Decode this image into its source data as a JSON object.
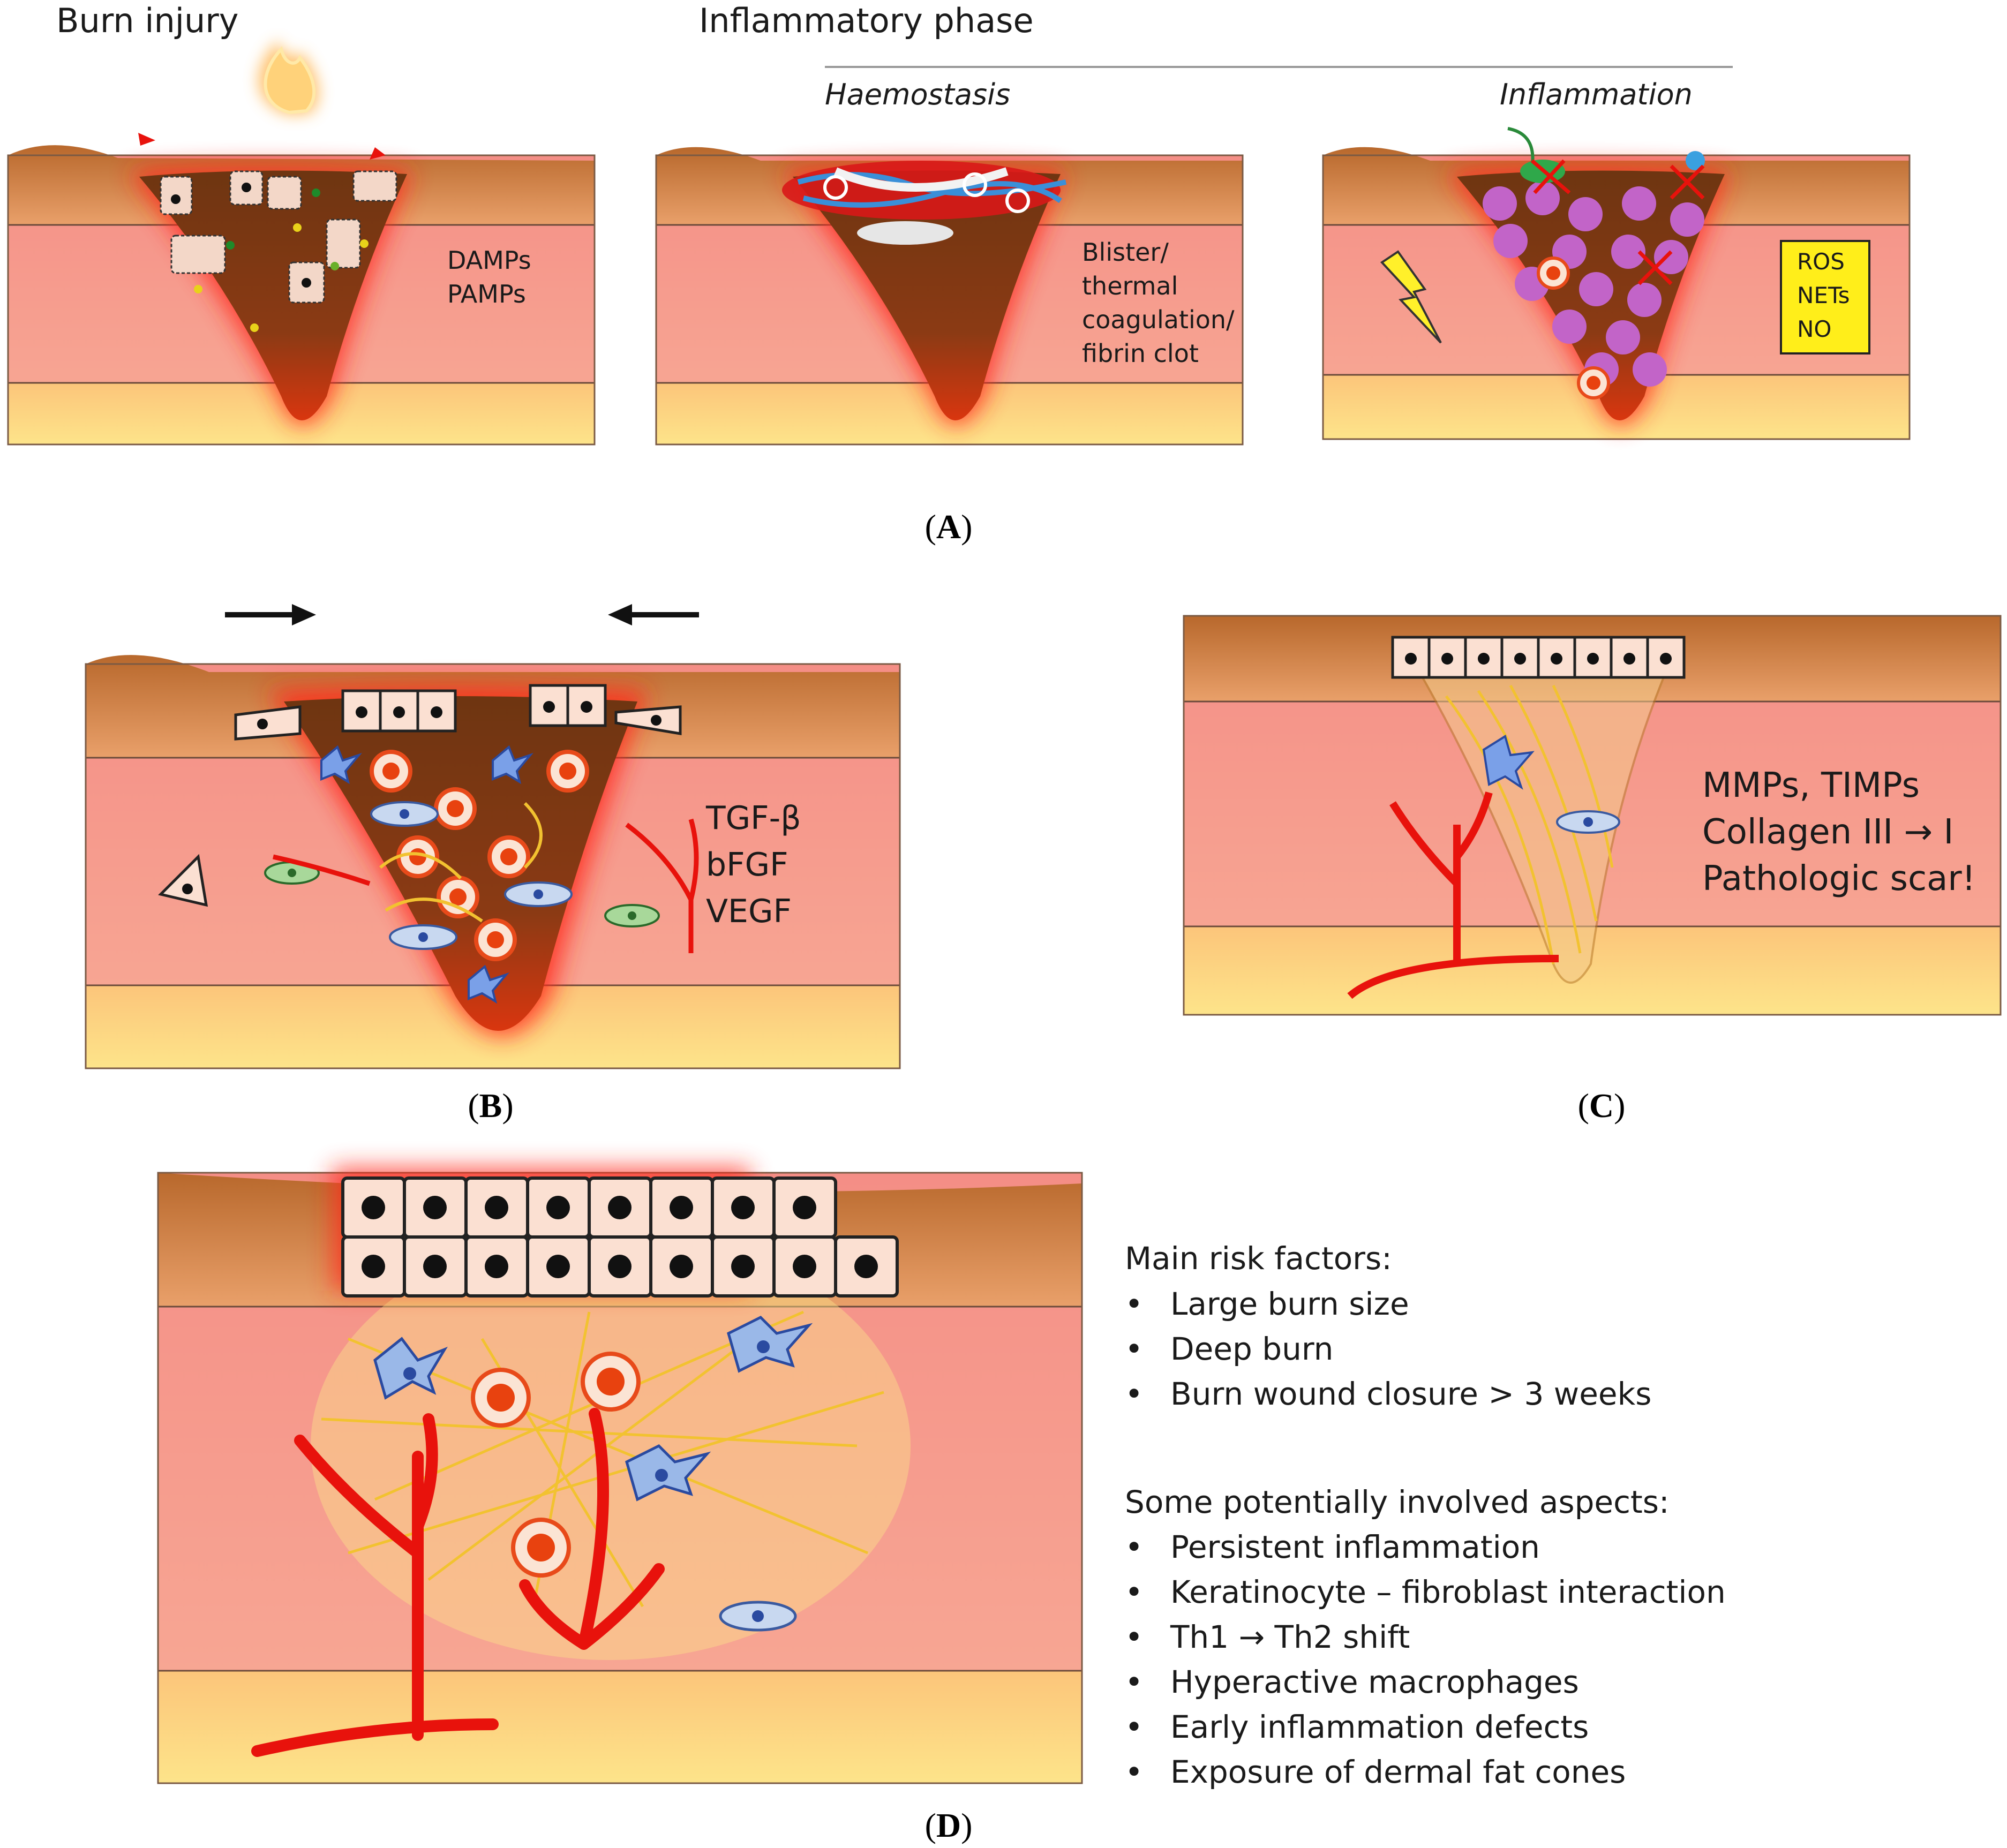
{
  "panel_a": {
    "title_burn": "Burn injury",
    "title_inflammatory": "Inflammatory phase",
    "sub_haemostasis": "Haemostasis",
    "sub_inflammation": "Inflammation",
    "damps": "DAMPs",
    "pamps": "PAMPs",
    "blister_1": "Blister/",
    "blister_2": "thermal",
    "blister_3": "coagulation/",
    "blister_4": "fibrin clot",
    "ros": "ROS",
    "nets": "NETs",
    "no": "NO",
    "label_open": "(",
    "label": "A",
    "label_close": ")"
  },
  "panel_b": {
    "tgf": "TGF-β",
    "bfgf": "bFGF",
    "vegf": "VEGF",
    "label_open": "(",
    "label": "B",
    "label_close": ")"
  },
  "panel_c": {
    "line1": "MMPs, TIMPs",
    "line2": "Collagen III → I",
    "line3": "Pathologic scar!",
    "label_open": "(",
    "label": "C",
    "label_close": ")"
  },
  "panel_d": {
    "risk_title": "Main risk factors:",
    "risks": [
      "Large burn size",
      "Deep burn",
      "Burn wound closure > 3 weeks"
    ],
    "aspects_title": "Some potentially involved aspects:",
    "aspects": [
      "Persistent inflammation",
      "Keratinocyte – fibroblast interaction",
      "Th1 → Th2 shift",
      "Hyperactive macrophages",
      "Early inflammation defects",
      "Exposure of dermal fat cones"
    ],
    "bullet": "•",
    "label_open": "(",
    "label": "D",
    "label_close": ")"
  },
  "colors": {
    "skin_top": "#c87a3a",
    "dermis": "#f7a598",
    "fat": "#fbd97a",
    "wound": "#7a3c12",
    "glow": "#ff2a1a",
    "vessel": "#e8120c",
    "note_box": "#ffee1a"
  }
}
